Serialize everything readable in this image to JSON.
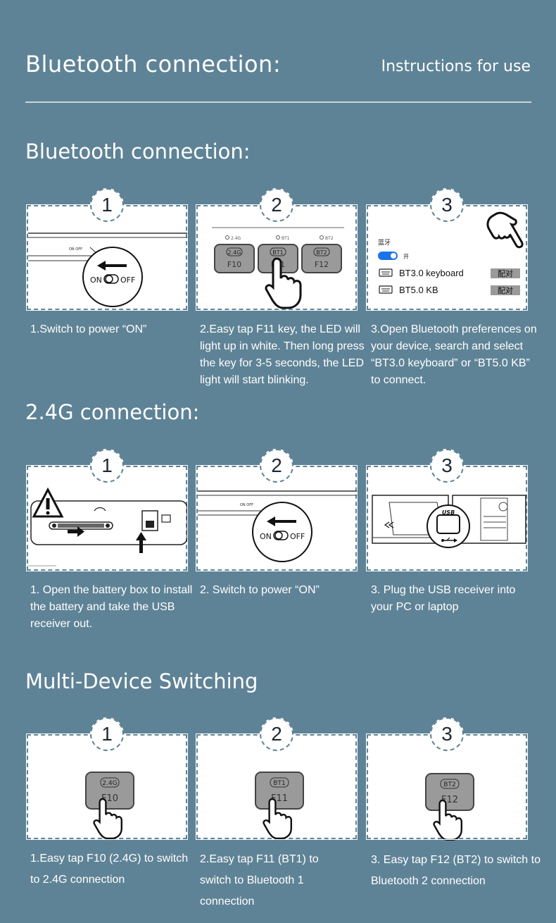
{
  "header": {
    "title": "Bluetooth connection:",
    "subtitle": "Instructions for use"
  },
  "sections": {
    "bluetooth": {
      "title": "Bluetooth connection:",
      "steps": [
        {
          "number": "1",
          "caption": "1.Switch to power  “ON”"
        },
        {
          "number": "2",
          "caption": "2.Easy tap F11 key, the LED will light up in white. Then long press the key for 3-5 seconds, the LED light will start blinking."
        },
        {
          "number": "3",
          "caption": "3.Open Bluetooth preferences on your device, search and select  “BT3.0 keyboard” or  “BT5.0 KB”  to connect."
        }
      ]
    },
    "g24": {
      "title": "2.4G connection:",
      "steps": [
        {
          "number": "1",
          "caption": "1. Open the battery box to install the battery and take the USB receiver out."
        },
        {
          "number": "2",
          "caption": "2. Switch to power  “ON”"
        },
        {
          "number": "3",
          "caption": "3. Plug the USB receiver into your PC or laptop"
        }
      ]
    },
    "multi": {
      "title": "Multi-Device Switching",
      "steps": [
        {
          "number": "1",
          "caption": "1.Easy tap F10 (2.4G) to switch to 2.4G connection"
        },
        {
          "number": "2",
          "caption": "2.Easy tap F11 (BT1) to switch to Bluetooth 1 connection"
        },
        {
          "number": "3",
          "caption": "3. Easy tap F12 (BT2) to switch to Bluetooth 2 connection"
        }
      ]
    }
  },
  "illustrations": {
    "switch": {
      "on": "ON",
      "off": "OFF",
      "tiny": "ON OFF"
    },
    "keys": [
      {
        "top": "2.4G",
        "bottom": "F10",
        "led": "2.4G"
      },
      {
        "top": "BT1",
        "bottom": "F11",
        "led": "BT1"
      },
      {
        "top": "BT2",
        "bottom": "F12",
        "led": "BT2"
      }
    ],
    "bt_settings": {
      "heading": "蓝牙",
      "toggle_label": "开",
      "devices": [
        {
          "name": "BT3.0 keyboard",
          "action": "配对"
        },
        {
          "name": "BT5.0 KB",
          "action": "配对"
        }
      ]
    },
    "usb": {
      "label": "USB"
    }
  },
  "colors": {
    "background": "#5f8396",
    "card": "#ffffff",
    "key_fill": "#9a9a9a",
    "toggle_blue": "#1a73e8"
  }
}
